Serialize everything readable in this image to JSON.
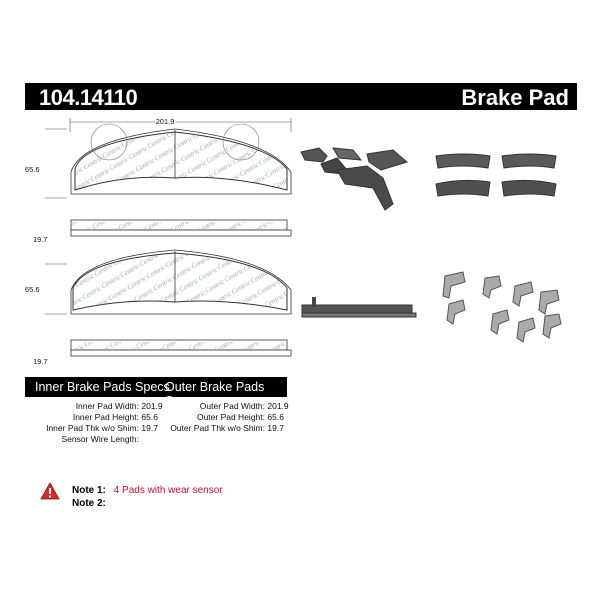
{
  "header": {
    "part_number": "104.14110",
    "product_type": "Brake Pad"
  },
  "drawing": {
    "width_dim": "201.9",
    "height_dim_top": "65.6",
    "thickness_dim_top": "19.7",
    "height_dim_bottom": "65.6",
    "thickness_dim_bottom": "19.7"
  },
  "specs": {
    "inner_title": "Inner Brake Pads Specs",
    "outer_title": "Outer Brake Pads Specs",
    "inner": [
      {
        "label": "Inner Pad Width:",
        "value": "201.9"
      },
      {
        "label": "Inner Pad Height:",
        "value": "65.6"
      },
      {
        "label": "Inner Pad Thk w/o Shim:",
        "value": "19.7"
      },
      {
        "label": "Sensor Wire Length:",
        "value": ""
      }
    ],
    "outer": [
      {
        "label": "Outer Pad Width:",
        "value": "201.9"
      },
      {
        "label": "Outer Pad Height:",
        "value": "65.6"
      },
      {
        "label": "Outer Pad Thk w/o Shim:",
        "value": "19.7"
      }
    ]
  },
  "notes": [
    {
      "label": "Note 1:",
      "text": "4 Pads with wear sensor"
    },
    {
      "label": "Note 2:",
      "text": ""
    }
  ],
  "colors": {
    "header_bg": "#000000",
    "note_red": "#c8102e",
    "warning_red": "#d62b2b"
  }
}
